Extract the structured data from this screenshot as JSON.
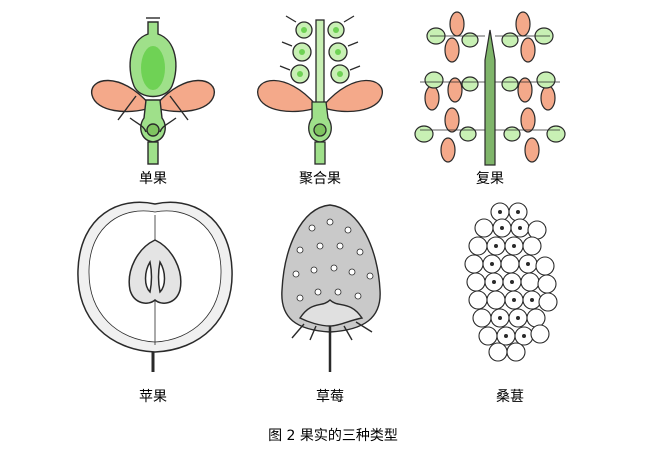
{
  "figure": {
    "caption": "图 2 果实的三种类型",
    "labels": {
      "simple": "单果",
      "aggregate": "聚合果",
      "multiple": "复果",
      "apple": "苹果",
      "strawberry": "草莓",
      "mulberry": "桑葚"
    }
  },
  "colors": {
    "green": "#9fe08a",
    "green_light": "#c8f0b4",
    "orange": "#f4a98a",
    "stem": "#7fb56a",
    "outline": "#2a2a2a"
  }
}
